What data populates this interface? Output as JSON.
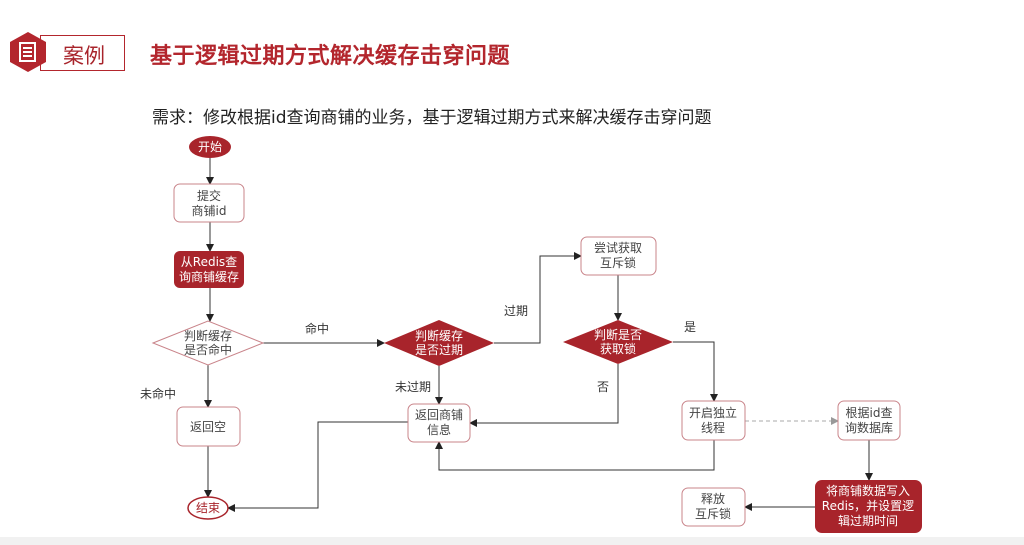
{
  "header": {
    "badge_label": "案例",
    "title": "基于逻辑过期方式解决缓存击穿问题",
    "requirement": "需求：修改根据id查询商铺的业务，基于逻辑过期方式来解决缓存击穿问题"
  },
  "colors": {
    "accent": "#b3262d",
    "node_border": "#c9848a",
    "line": "#333333"
  },
  "nodes": {
    "start": "开始",
    "submit": [
      "提交",
      "商铺id"
    ],
    "redis_query": [
      "从Redis查",
      "询商铺缓存"
    ],
    "check_hit": [
      "判断缓存",
      "是否命中"
    ],
    "return_empty": "返回空",
    "end": "结束",
    "check_expired": [
      "判断缓存",
      "是否过期"
    ],
    "return_info": [
      "返回商铺",
      "信息"
    ],
    "try_lock": [
      "尝试获取",
      "互斥锁"
    ],
    "check_lock": [
      "判断是否",
      "获取锁"
    ],
    "start_thread": [
      "开启独立",
      "线程"
    ],
    "query_db": [
      "根据id查",
      "询数据库"
    ],
    "write_redis": [
      "将商铺数据写入",
      "Redis，并设置逻",
      "辑过期时间"
    ],
    "release_lock": [
      "释放",
      "互斥锁"
    ]
  },
  "edges": {
    "miss": "未命中",
    "hit": "命中",
    "expired": "过期",
    "not_expired": "未过期",
    "yes": "是",
    "no": "否"
  }
}
